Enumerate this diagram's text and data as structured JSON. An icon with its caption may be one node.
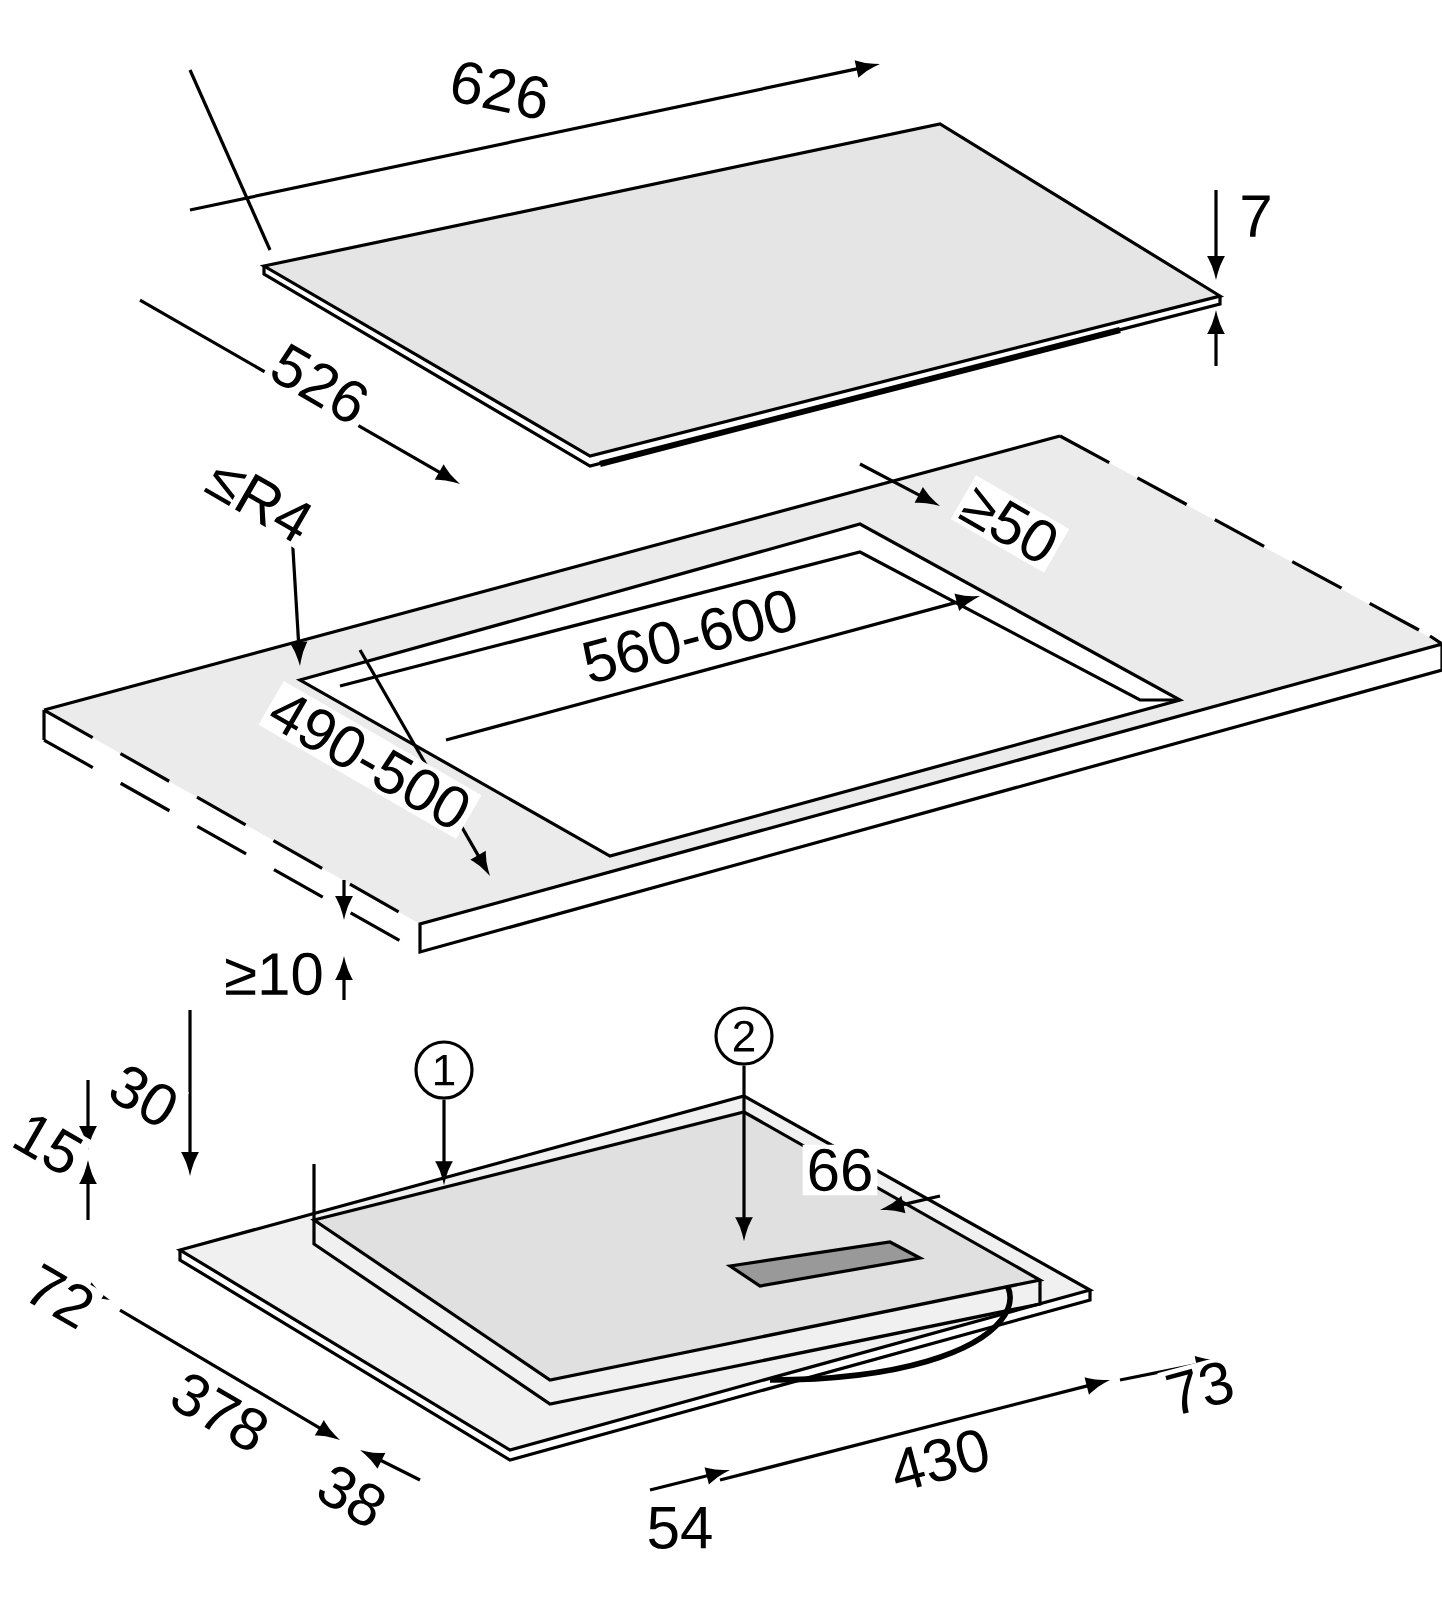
{
  "diagram": {
    "nodes": [
      {
        "text": [
          "1"
        ]
      },
      {
        "text": [
          "2"
        ]
      },
      {
        "text": [],
        "shape": "box"
      },
      {
        "text": [],
        "shape": "box",
        "in": 2
      }
    ],
    "edges": [
      {
        "from": 0,
        "to": 2,
        "arrow": "to"
      },
      {
        "from": 1,
        "to": 3,
        "arrow": "to"
      }
    ],
    "labels": [
      "626",
      "7",
      "526",
      "≤R4",
      "≥50",
      "560-600",
      "490-500",
      "≥10",
      "30",
      "15",
      "72",
      "378",
      "38",
      "54",
      "430",
      "73",
      "66"
    ]
  }
}
